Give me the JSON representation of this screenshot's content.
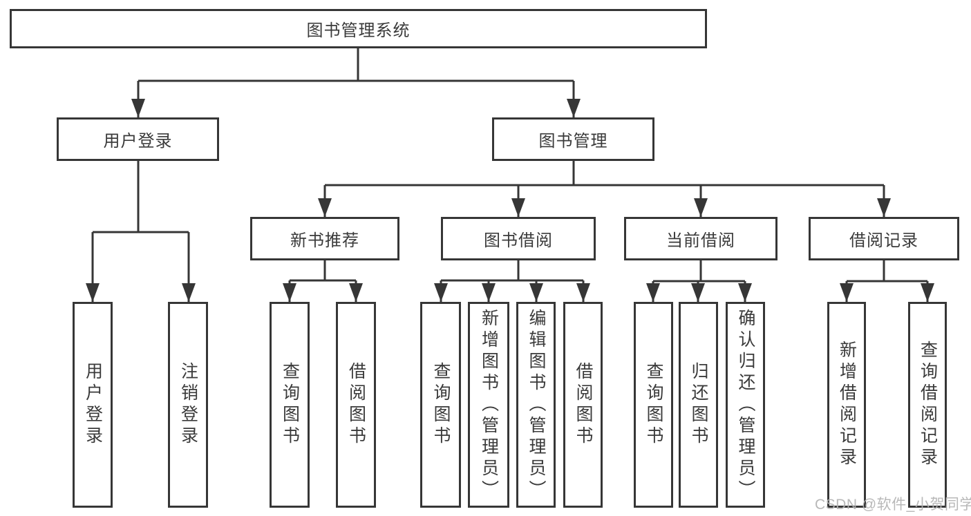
{
  "diagram_title": "图书管理系统",
  "tree": {
    "root": "图书管理系统",
    "user_login": {
      "label": "用户登录",
      "leaves": [
        "用户登录",
        "注销登录"
      ]
    },
    "book_management": {
      "label": "图书管理",
      "sections": [
        {
          "label": "新书推荐",
          "leaves": [
            "查询图书",
            "借阅图书"
          ]
        },
        {
          "label": "图书借阅",
          "leaves": [
            "查询图书",
            "新增图书（管理员）",
            "编辑图书（管理员）",
            "借阅图书"
          ]
        },
        {
          "label": "当前借阅",
          "leaves": [
            "查询图书",
            "归还图书",
            "确认归还（管理员）"
          ]
        },
        {
          "label": "借阅记录",
          "leaves": [
            "新增借阅记录",
            "查询借阅记录"
          ]
        }
      ]
    }
  },
  "watermark": "CSDN @软件_小贺同学",
  "colors": {
    "line": "#363636",
    "text": "#3a3a3a",
    "background": "#ffffff",
    "watermark": "#b2b2b2"
  }
}
